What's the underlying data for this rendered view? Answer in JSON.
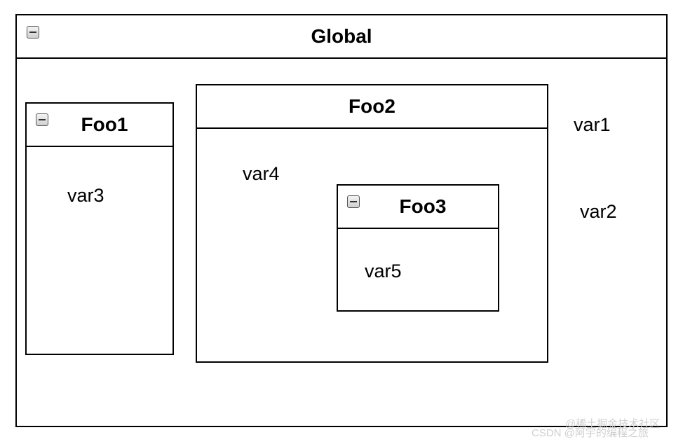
{
  "global": {
    "title": "Global"
  },
  "foo1": {
    "title": "Foo1",
    "vars": [
      "var3"
    ]
  },
  "foo2": {
    "title": "Foo2",
    "vars": [
      "var4"
    ]
  },
  "foo3": {
    "title": "Foo3",
    "vars": [
      "var5"
    ]
  },
  "global_vars": [
    "var1",
    "var2"
  ],
  "watermark": {
    "line1": "@稀土掘金技术社区",
    "line2": "CSDN @阿宇的编程之旅"
  },
  "icons": {
    "collapse": "collapse-minus-icon"
  }
}
